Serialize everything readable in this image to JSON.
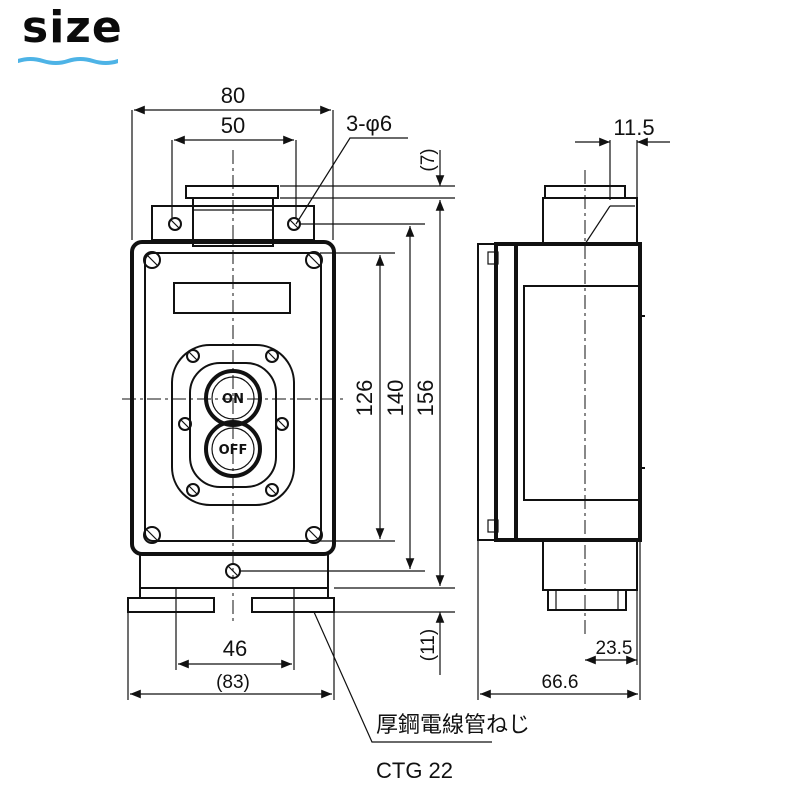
{
  "header": {
    "title": "size",
    "accent_color": "#4db3e6"
  },
  "front_view": {
    "width_outer": "80",
    "width_holes": "50",
    "mount_holes": "3-φ6",
    "top_clearance": "(7)",
    "height_inner": "126",
    "height_holes": "140",
    "height_outer": "156",
    "bottom_hole_spacing": "46",
    "bottom_total_width": "(83)",
    "bottom_clearance": "(11)",
    "buttons": {
      "on": "ON",
      "off": "OFF"
    }
  },
  "side_view": {
    "top_width": "11.5",
    "bottom_offset": "23.5",
    "depth": "66.6"
  },
  "callout": {
    "conduit_label": "厚鋼電線管ねじ",
    "thread_spec": "CTG 22"
  }
}
